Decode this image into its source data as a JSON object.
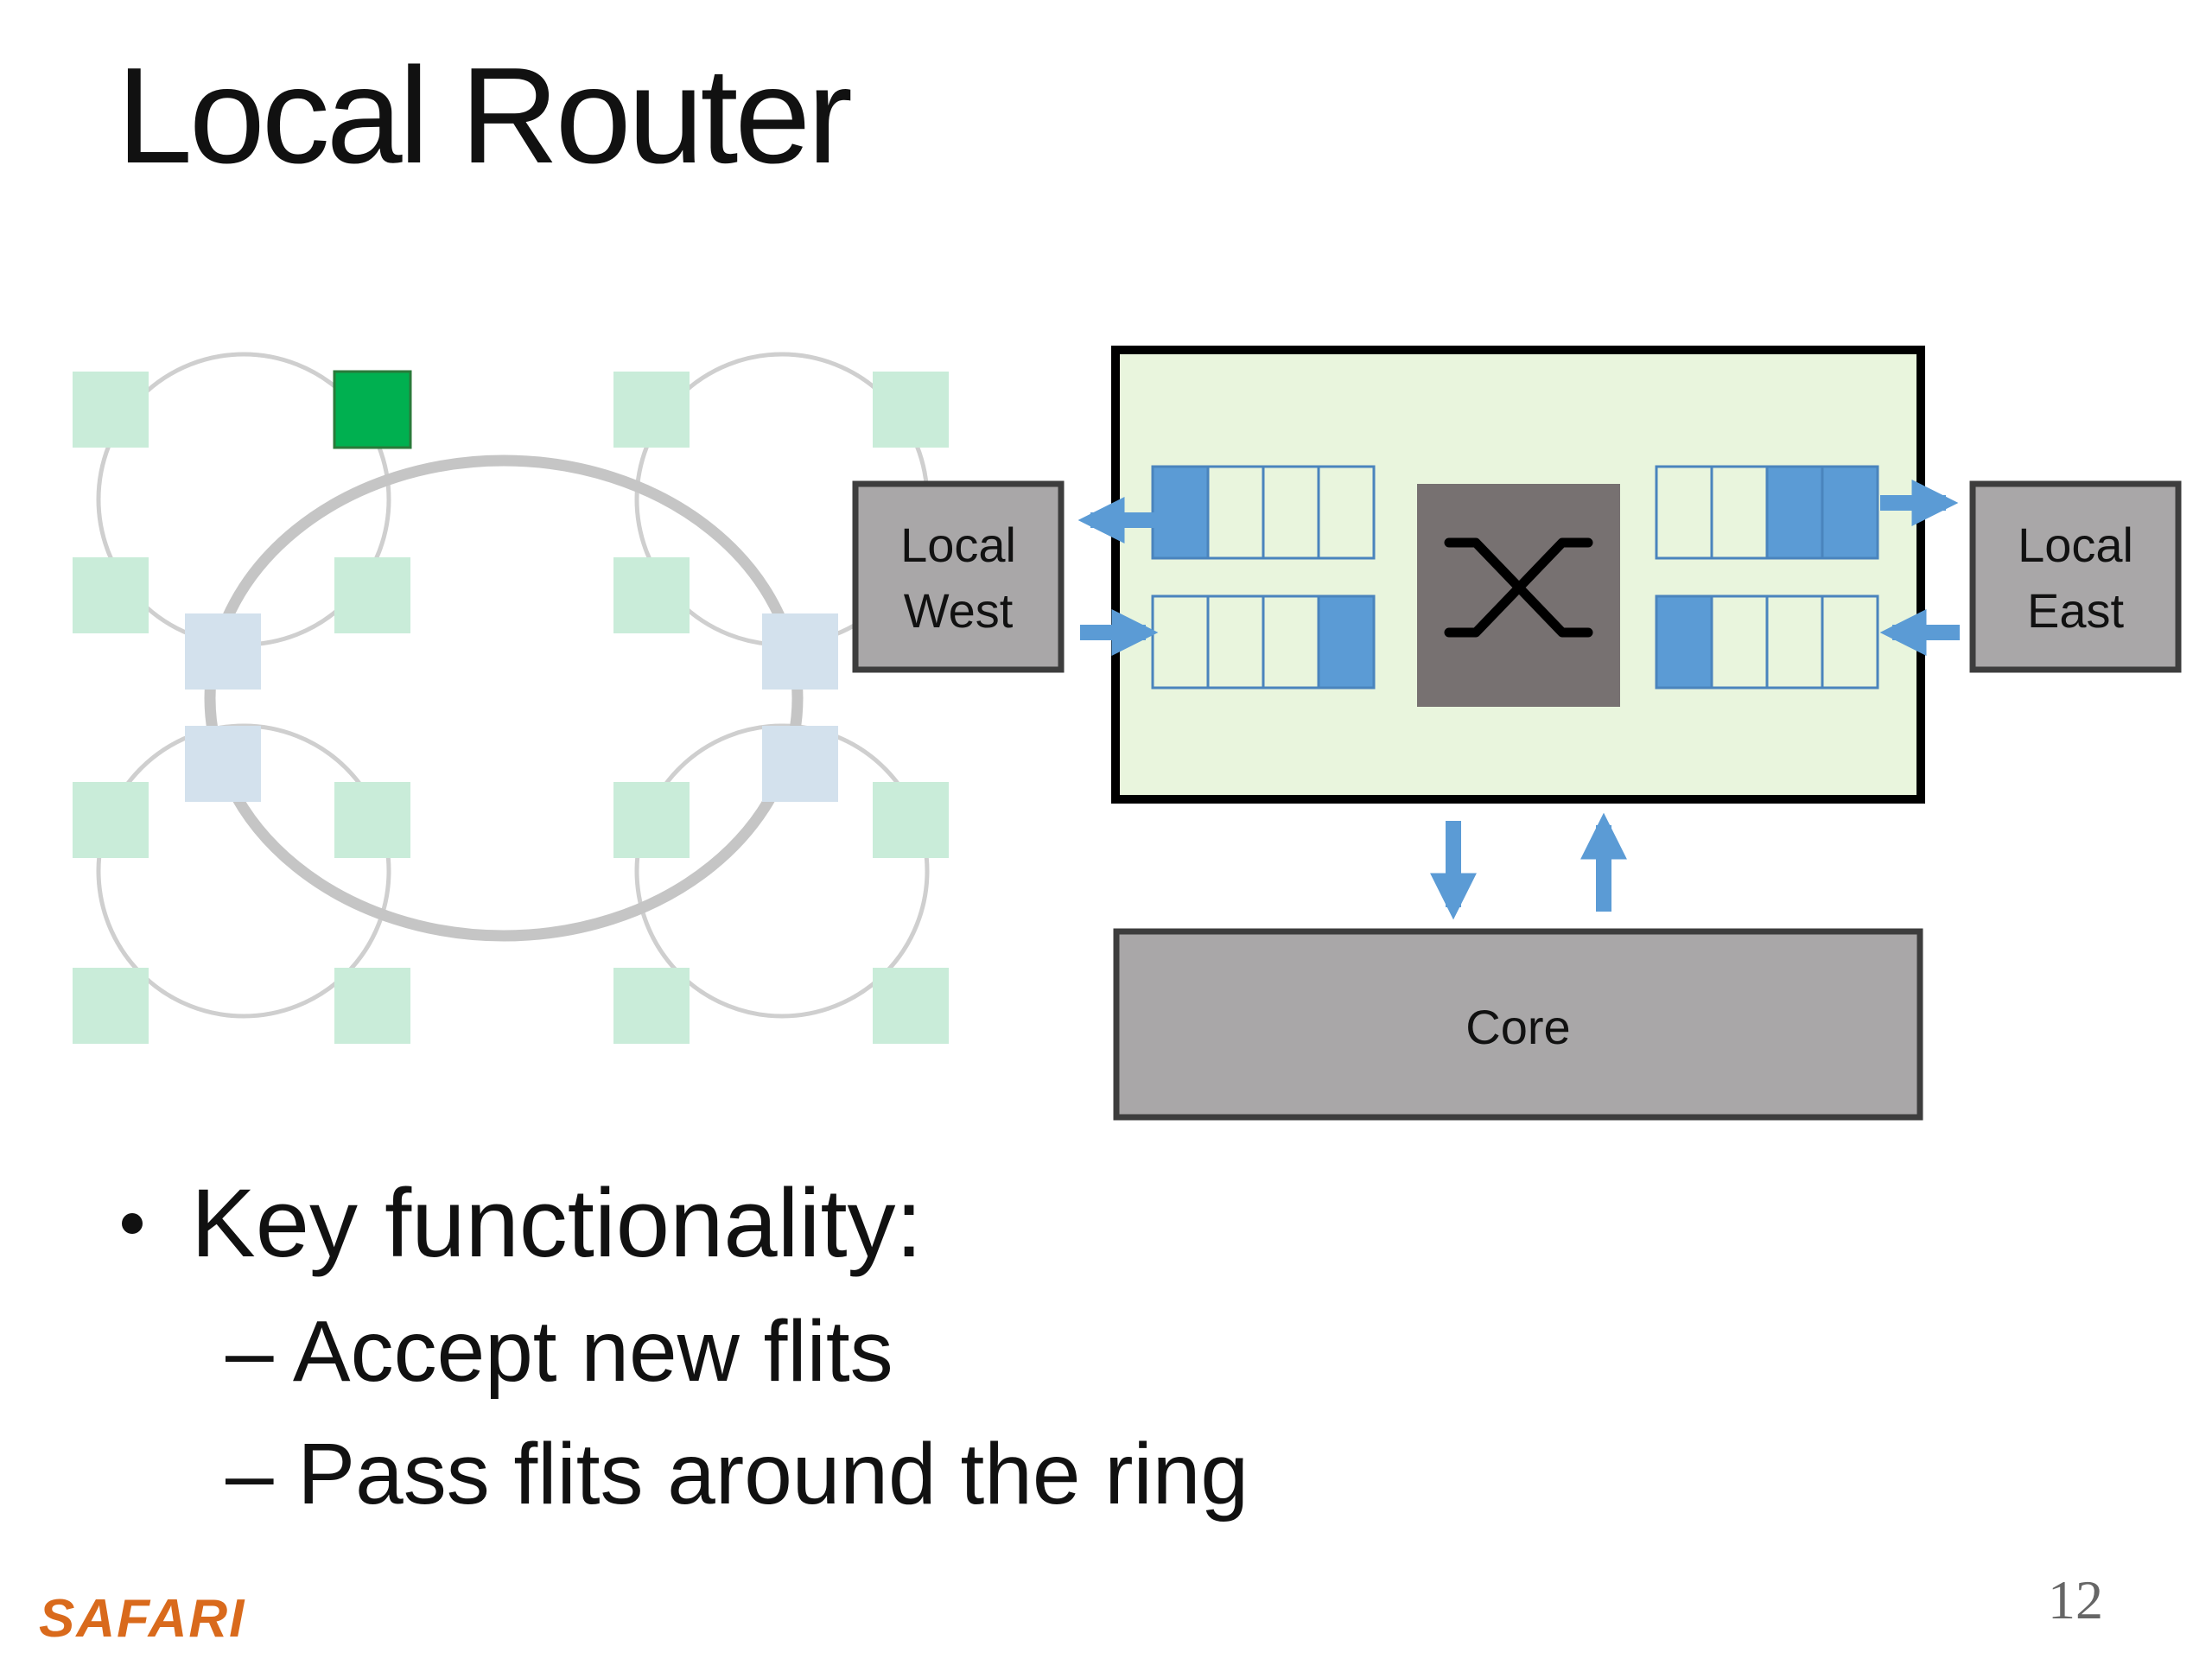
{
  "slide": {
    "title": "Local Router",
    "page_number": "12",
    "footer_logo": "SAFARI"
  },
  "diagram": {
    "local_west_label": [
      "Local",
      "West"
    ],
    "local_east_label": [
      "Local",
      "East"
    ],
    "core_label": "Core",
    "crossbar_icon": "crossbar-switch-icon",
    "colors": {
      "router_bg": "#e9f5dd",
      "buffer_filled": "#5b9bd5",
      "buffer_empty": "#e9f5dd",
      "gray_block": "#a9a7a8",
      "crossbar": "#777171",
      "active_node": "#00b050",
      "node": "#c9ecd9",
      "bridge_node": "#d3e1ed",
      "ring": "#cfcfcf",
      "ring_global": "#c5c5c5"
    }
  },
  "bullets": {
    "main": "Key functionality:",
    "sub": [
      "– Accept new flits",
      "– Pass flits around the ring"
    ]
  }
}
